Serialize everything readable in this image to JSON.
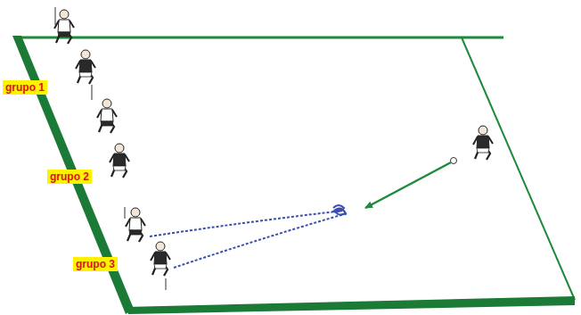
{
  "diagram": {
    "labels": [
      "grupo 1",
      "grupo 2",
      "grupo 3"
    ]
  }
}
